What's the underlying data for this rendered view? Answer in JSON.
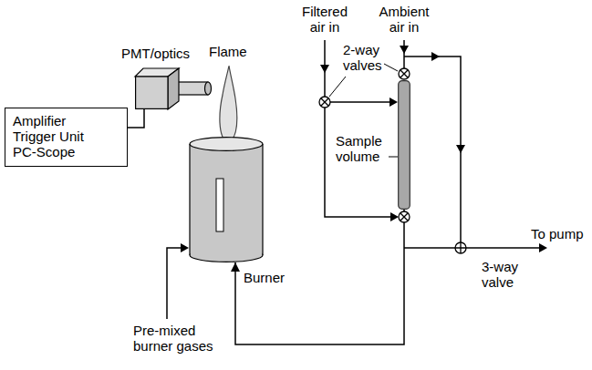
{
  "diagram": {
    "nodes": [
      {
        "text": [
          "PMT/optics"
        ]
      },
      {
        "text": [
          "Amplifier Trigger Unit PC-Scope"
        ]
      },
      {
        "text": [
          "Burner"
        ]
      },
      {
        "text": [
          "Sample volume"
        ]
      }
    ],
    "edges": [
      {
        "from": 0,
        "to": 1,
        "arrow": "none"
      },
      {
        "from": 3,
        "to": 2,
        "arrow": "to"
      }
    ],
    "labels": [
      "Filtered air in",
      "Ambient air in",
      "2-way valves",
      "Flame",
      "To pump",
      "3-way valve",
      "Pre-mixed burner gases"
    ]
  }
}
